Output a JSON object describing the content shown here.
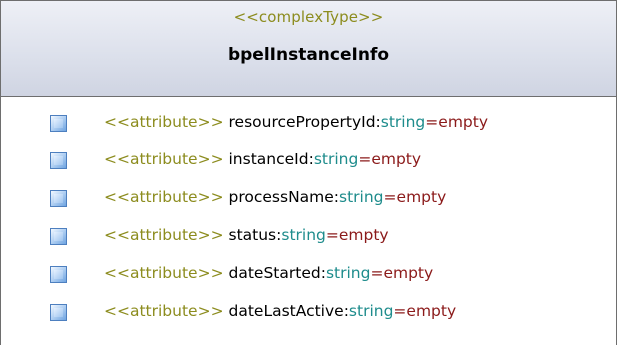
{
  "class": {
    "stereotype": "<<complexType>>",
    "name": "bpelInstanceInfo",
    "attributes": [
      {
        "stereotype": "<<attribute>>",
        "name": "resourcePropertyId",
        "type": "string",
        "default": "empty"
      },
      {
        "stereotype": "<<attribute>>",
        "name": "instanceId",
        "type": "string",
        "default": "empty"
      },
      {
        "stereotype": "<<attribute>>",
        "name": "processName",
        "type": "string",
        "default": "empty"
      },
      {
        "stereotype": "<<attribute>>",
        "name": "status",
        "type": "string",
        "default": "empty"
      },
      {
        "stereotype": "<<attribute>>",
        "name": "dateStarted",
        "type": "string",
        "default": "empty"
      },
      {
        "stereotype": "<<attribute>>",
        "name": "dateLastActive",
        "type": "string",
        "default": "empty"
      }
    ]
  },
  "colors": {
    "stereotype": "#8c8c1e",
    "type": "#1e8c8c",
    "default_value": "#8b1a1a",
    "header_background": "#dde1ec",
    "border": "#6e6e6e"
  },
  "icons": {
    "attribute": "attribute-icon"
  }
}
